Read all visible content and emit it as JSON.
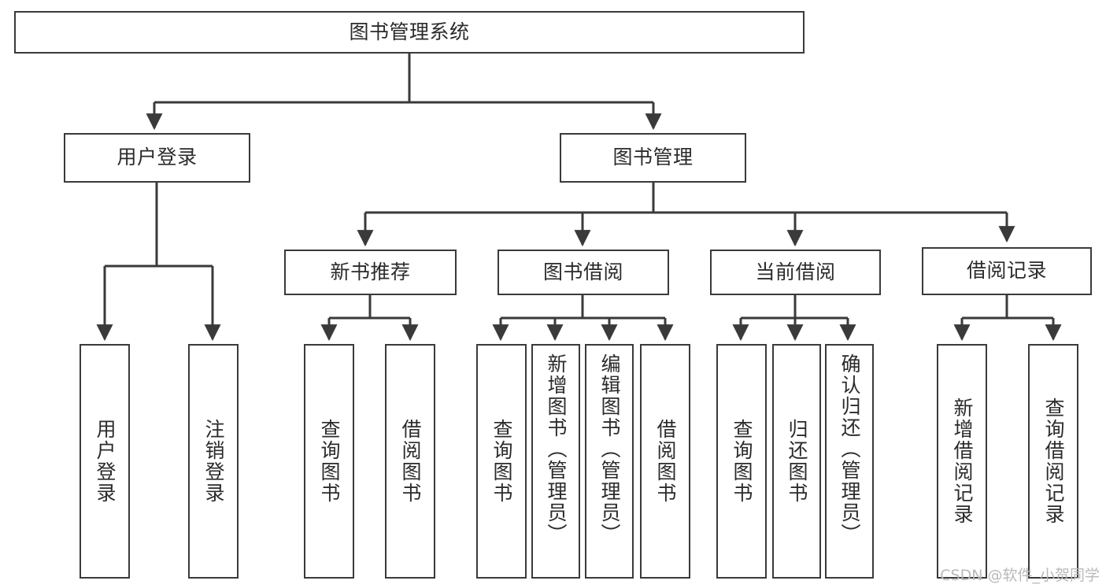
{
  "diagram": {
    "title": "图书管理系统",
    "type": "tree",
    "watermark": "CSDN @软件_小贺同学",
    "line_color": "#3a3a3a",
    "box_fill": "#ffffff",
    "text_color": "#2b2b2b",
    "root": {
      "label": "图书管理系统"
    },
    "level2": [
      {
        "label": "用户登录"
      },
      {
        "label": "图书管理"
      }
    ],
    "level3": [
      {
        "label": "新书推荐"
      },
      {
        "label": "图书借阅"
      },
      {
        "label": "当前借阅"
      },
      {
        "label": "借阅记录"
      }
    ],
    "leaves": {
      "user_login": [
        {
          "label": "用户登录"
        },
        {
          "label": "注销登录"
        }
      ],
      "new_book_recommend": [
        {
          "label": "查询图书"
        },
        {
          "label": "借阅图书"
        }
      ],
      "book_borrow": [
        {
          "label": "查询图书"
        },
        {
          "label": "新增图书（管理员）"
        },
        {
          "label": "编辑图书（管理员）"
        },
        {
          "label": "借阅图书"
        }
      ],
      "current_borrow": [
        {
          "label": "查询图书"
        },
        {
          "label": "归还图书"
        },
        {
          "label": "确认归还（管理员）"
        }
      ],
      "borrow_record": [
        {
          "label": "新增借阅记录"
        },
        {
          "label": "查询借阅记录"
        }
      ]
    }
  }
}
